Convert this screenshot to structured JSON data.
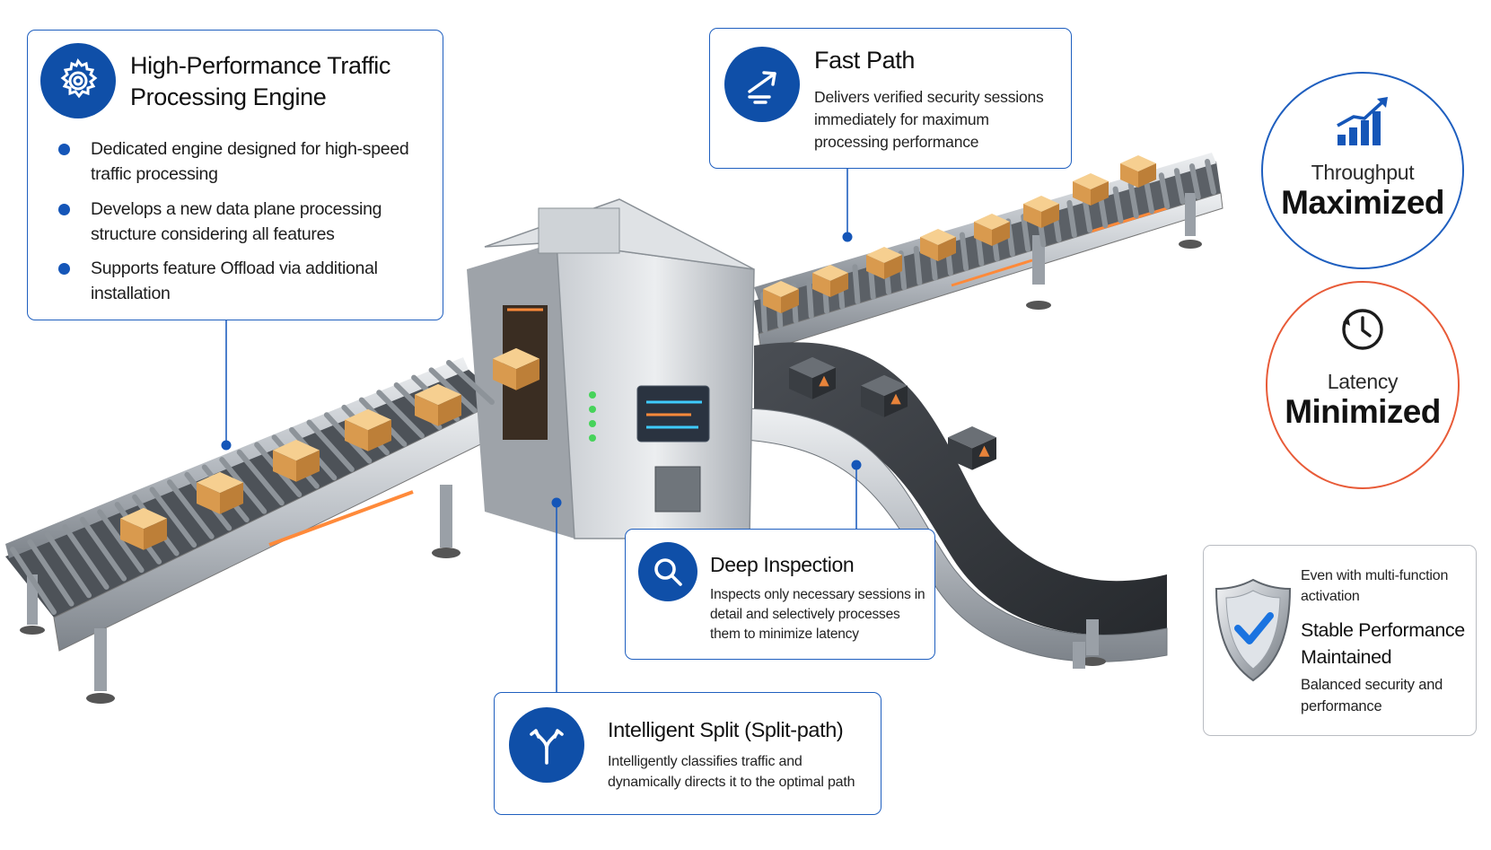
{
  "engine": {
    "title": "High-Performance Traffic Processing Engine",
    "icon": "gear-icon",
    "bullets": [
      "Dedicated engine designed for high-speed traffic processing",
      "Develops a new data plane processing structure considering all features",
      "Supports feature Offload via additional installation"
    ]
  },
  "fast_path": {
    "title": "Fast Path",
    "icon": "fast-arrow-icon",
    "description": "Delivers verified security sessions immediately for maximum processing performance"
  },
  "deep_inspection": {
    "title": "Deep Inspection",
    "icon": "magnifier-icon",
    "description": "Inspects only necessary sessions in detail and selectively processes them to minimize latency"
  },
  "split": {
    "title": "Intelligent Split (Split-path)",
    "icon": "split-arrow-icon",
    "description": "Intelligently classifies traffic and dynamically directs it to the optimal path"
  },
  "throughput": {
    "label": "Throughput",
    "value": "Maximized",
    "icon": "bar-chart-icon"
  },
  "latency": {
    "label": "Latency",
    "value": "Minimized",
    "icon": "clock-icon"
  },
  "stability": {
    "pre": "Even with multi-function activation",
    "title": "Stable Performance Maintained",
    "description": "Balanced security and performance",
    "icon": "shield-check-icon"
  },
  "colors": {
    "accent": "#0f4fa8",
    "border": "#1f5fbf",
    "latency": "#e85b38",
    "box": "#e0a75c"
  }
}
